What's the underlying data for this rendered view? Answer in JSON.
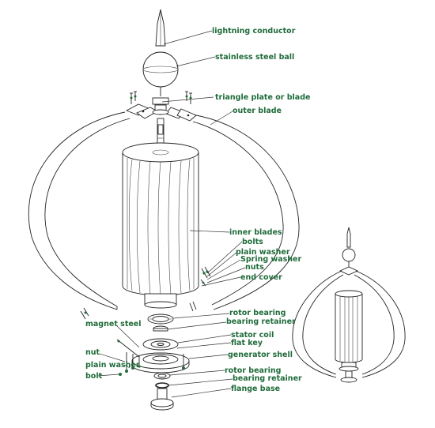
{
  "labels": {
    "lightning_conductor": "lightning conductor",
    "stainless_steel_ball": "stainless steel ball",
    "triangle_plate_or_blade": "triangle plate or blade",
    "outer_blade": "outer blade",
    "inner_blades": "inner blades",
    "bolts": "bolts",
    "plain_washer_right": "plain washer",
    "spring_washer": "Spring washer",
    "nuts": "nuts",
    "end_cover": "end cover",
    "rotor_bearing_top": "rotor bearing",
    "bearing_retainer_top": "bearing retainer",
    "stator_coil": "stator coil",
    "flat_key": "flat key",
    "generator_shell": "generator shell",
    "rotor_bearing_bottom": "rotor bearing",
    "bearing_retainer_bottom": "bearing retainer",
    "flange_base": "flange base",
    "magnet_steel": "magnet steel",
    "nut": "nut",
    "plain_washer_left": "plain washer",
    "bolt": "bolt"
  }
}
